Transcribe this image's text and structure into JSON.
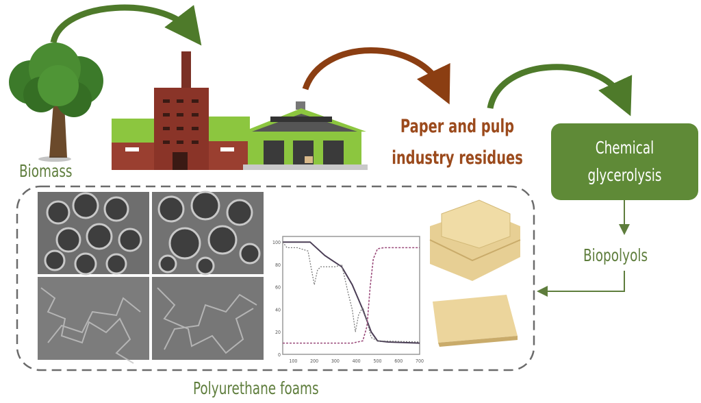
{
  "labels": {
    "biomass": "Biomass",
    "residues_line1": "Paper and pulp",
    "residues_line2": "industry residues",
    "process_line1": "Chemical",
    "process_line2": "glycerolysis",
    "biopolyols": "Biopolyols",
    "foams": "Polyurethane foams"
  },
  "colors": {
    "green": "#5e7d3c",
    "box": "#5f8a37",
    "brown": "#9b4a1c",
    "dashed": "#6b6b6b"
  },
  "chart_data": {
    "type": "line",
    "x_ticks": [
      "100",
      "200",
      "300",
      "400",
      "500",
      "600",
      "700"
    ],
    "y_ticks": [
      "0",
      "20",
      "40",
      "60",
      "80",
      "100"
    ],
    "xlim": [
      50,
      700
    ],
    "ylim": [
      0,
      105
    ],
    "series": [
      {
        "name": "solid",
        "x": [
          50,
          180,
          250,
          330,
          380,
          430,
          470,
          500,
          550,
          700
        ],
        "y": [
          100,
          100,
          88,
          78,
          62,
          40,
          20,
          12,
          11,
          10
        ]
      },
      {
        "name": "dotted",
        "x": [
          50,
          70,
          120,
          170,
          190,
          200,
          215,
          230,
          300,
          330,
          360,
          380,
          395,
          410,
          430,
          450,
          470,
          500,
          700
        ],
        "y": [
          100,
          95,
          95,
          92,
          72,
          62,
          75,
          78,
          78,
          80,
          55,
          40,
          20,
          35,
          42,
          30,
          15,
          12,
          11
        ]
      },
      {
        "name": "dashed",
        "x": [
          50,
          380,
          430,
          450,
          465,
          480,
          500,
          530,
          600,
          700
        ],
        "y": [
          10,
          10,
          12,
          25,
          60,
          85,
          94,
          95,
          95,
          95
        ]
      }
    ]
  }
}
